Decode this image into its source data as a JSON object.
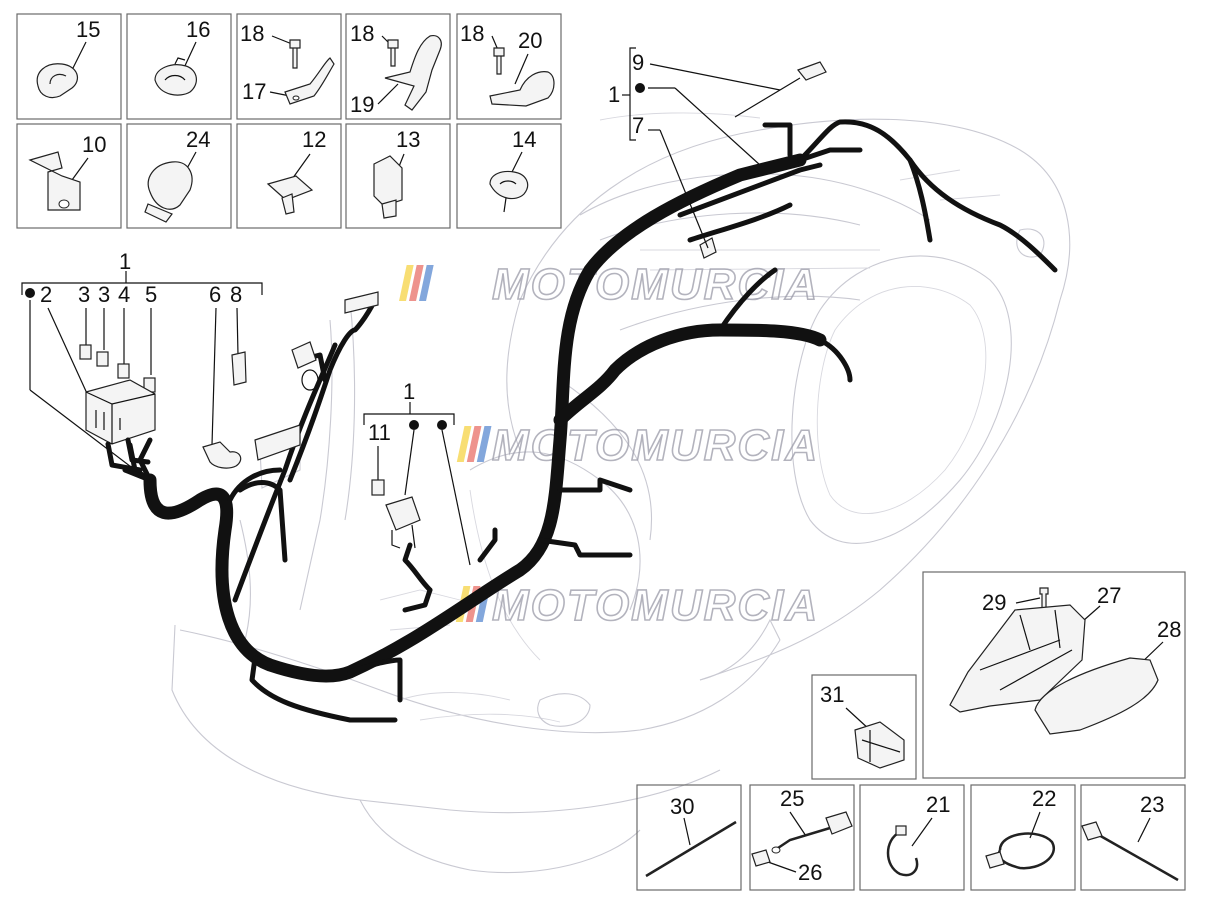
{
  "diagram": {
    "watermark": "MOTOMURCIA",
    "watermark_colors": [
      "#f2c200",
      "#e03a2f",
      "#1d5fbf"
    ],
    "callouts": {
      "p15": "15",
      "p16": "16",
      "p18a": "18",
      "p17": "17",
      "p18b": "18",
      "p19": "19",
      "p18c": "18",
      "p20": "20",
      "p10": "10",
      "p24": "24",
      "p12": "12",
      "p13": "13",
      "p14": "14",
      "grp1a": "1",
      "p2": "2",
      "p3a": "3",
      "p3b": "3",
      "p4": "4",
      "p5": "5",
      "p6": "6",
      "p8": "8",
      "grp1b": "1",
      "p11": "11",
      "grp1c": "1",
      "p9": "9",
      "p7": "7",
      "p29": "29",
      "p27": "27",
      "p28": "28",
      "p31": "31",
      "p30": "30",
      "p25": "25",
      "p26": "26",
      "p21": "21",
      "p22": "22",
      "p23": "23"
    }
  }
}
